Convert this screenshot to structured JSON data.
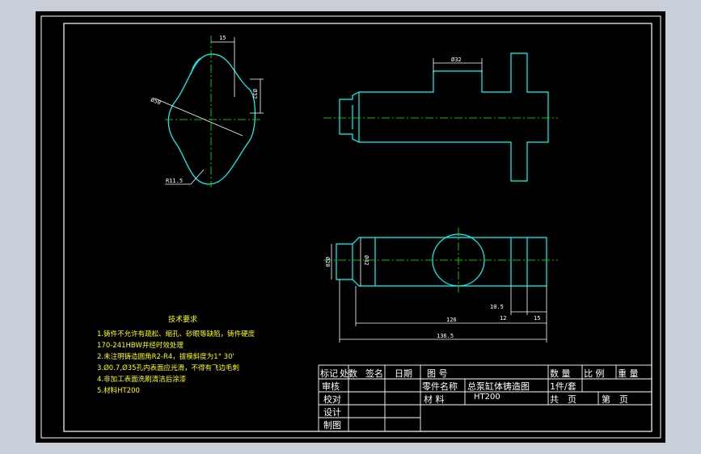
{
  "drawing": {
    "tech_title": "技术要求",
    "tech_lines": [
      "1.铸件不允许有疏松、缩孔、砂眼等缺陷，铸件硬度",
      "170-241HBW并经时效处理",
      "2.未注明铸造圆角R2-R4，拔模斜度为1° 30'",
      "3.Ø0.7,Ø35孔内表面应光滑，不得有飞边毛刺",
      "4.非加工表面洗刷清洁后涂漆",
      "5.材料HT200"
    ],
    "dims": {
      "top_width": "15",
      "diameter": "Ø50",
      "vertical": "Ø32",
      "radius": "R11.5",
      "slot": "Ø32",
      "left_dia": "Ø20",
      "left_dia2": "Ø42",
      "d_105": "10.5",
      "d_12": "12",
      "d_15": "15",
      "d_126": "126",
      "d_1365": "136.5"
    },
    "title_block": {
      "row1": [
        "标记",
        "处数",
        "签名",
        "日期"
      ],
      "review": "审核",
      "check": "校对",
      "design": "设计",
      "draw": "制图",
      "drawing_no_label": "图 号",
      "part_name_label": "零件名称",
      "part_name": "总泵缸体铸造图",
      "material_label": "材 料",
      "material": "HT200",
      "qty_label": "数 量",
      "scale_label": "比 例",
      "weight_label": "重 量",
      "qty_value": "1件/套",
      "total_pages": "共　页",
      "page_no": "第　页"
    }
  }
}
